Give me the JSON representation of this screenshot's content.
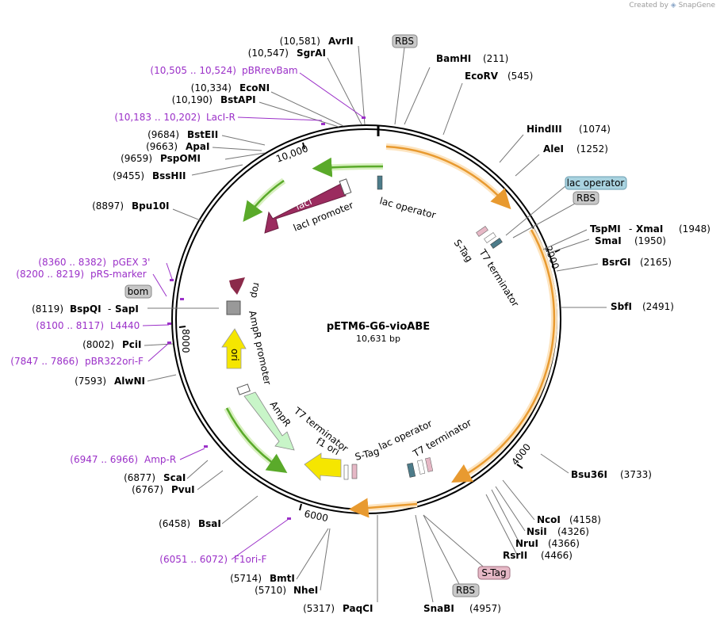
{
  "brand": {
    "prefix": "Created by",
    "name": "SnapGene"
  },
  "plasmid": {
    "name": "pETM6-G6-vioABE",
    "length_text": "10,631 bp"
  },
  "ticks": [
    {
      "id": "t10000",
      "label": "10,000"
    },
    {
      "id": "t2000",
      "label": "2000"
    },
    {
      "id": "t4000",
      "label": "4000"
    },
    {
      "id": "t6000",
      "label": "6000"
    },
    {
      "id": "t8000",
      "label": "8000"
    }
  ],
  "sites": [
    {
      "id": "avrii",
      "name": "AvrII",
      "pos": "(10,581)"
    },
    {
      "id": "sgrai",
      "name": "SgrAI",
      "pos": "(10,547)"
    },
    {
      "id": "econi",
      "name": "EcoNI",
      "pos": "(10,334)"
    },
    {
      "id": "bstapi",
      "name": "BstAPI",
      "pos": "(10,190)"
    },
    {
      "id": "bsteii",
      "name": "BstEII",
      "pos": "(9684)"
    },
    {
      "id": "apai",
      "name": "ApaI",
      "pos": "(9663)"
    },
    {
      "id": "pspomi",
      "name": "PspOMI",
      "pos": "(9659)"
    },
    {
      "id": "bsshii",
      "name": "BssHII",
      "pos": "(9455)"
    },
    {
      "id": "bpu10i",
      "name": "Bpu10I",
      "pos": "(8897)"
    },
    {
      "id": "bspqi",
      "name": "BspQI",
      "pos": "(8119)",
      "name2": "SapI"
    },
    {
      "id": "pcii",
      "name": "PciI",
      "pos": "(8002)"
    },
    {
      "id": "alwni",
      "name": "AlwNI",
      "pos": "(7593)"
    },
    {
      "id": "scai",
      "name": "ScaI",
      "pos": "(6877)"
    },
    {
      "id": "pvui",
      "name": "PvuI",
      "pos": "(6767)"
    },
    {
      "id": "bsai",
      "name": "BsaI",
      "pos": "(6458)"
    },
    {
      "id": "bmti",
      "name": "BmtI",
      "pos": "(5714)"
    },
    {
      "id": "nhei",
      "name": "NheI",
      "pos": "(5710)"
    },
    {
      "id": "paqci",
      "name": "PaqCI",
      "pos": "(5317)"
    },
    {
      "id": "snabi",
      "name": "SnaBI",
      "pos": "(4957)"
    },
    {
      "id": "bamhi",
      "name": "BamHI",
      "pos": "(211)"
    },
    {
      "id": "ecorv",
      "name": "EcoRV",
      "pos": "(545)"
    },
    {
      "id": "hindiii",
      "name": "HindIII",
      "pos": "(1074)"
    },
    {
      "id": "alei",
      "name": "AleI",
      "pos": "(1252)"
    },
    {
      "id": "tspmi",
      "name": "TspMI",
      "name2": "XmaI",
      "pos": "(1948)"
    },
    {
      "id": "smai",
      "name": "SmaI",
      "pos": "(1950)"
    },
    {
      "id": "bsrgi",
      "name": "BsrGI",
      "pos": "(2165)"
    },
    {
      "id": "sbfi",
      "name": "SbfI",
      "pos": "(2491)"
    },
    {
      "id": "bsu36i",
      "name": "Bsu36I",
      "pos": "(3733)"
    },
    {
      "id": "ncoi",
      "name": "NcoI",
      "pos": "(4158)"
    },
    {
      "id": "nsii",
      "name": "NsiI",
      "pos": "(4326)"
    },
    {
      "id": "nrui",
      "name": "NruI",
      "pos": "(4366)"
    },
    {
      "id": "rsrii",
      "name": "RsrII",
      "pos": "(4466)"
    }
  ],
  "primers": [
    {
      "id": "pbrrevbam",
      "range": "(10,505 .. 10,524)",
      "name": "pBRrevBam"
    },
    {
      "id": "laci-r",
      "range": "(10,183 .. 10,202)",
      "name": "LacI-R"
    },
    {
      "id": "pgex3",
      "range": "(8360 .. 8382)",
      "name": "pGEX 3'"
    },
    {
      "id": "prs-marker",
      "range": "(8200 .. 8219)",
      "name": "pRS-marker"
    },
    {
      "id": "l4440",
      "range": "(8100 .. 8117)",
      "name": "L4440"
    },
    {
      "id": "pbr322ori-f",
      "range": "(7847 .. 7866)",
      "name": "pBR322ori-F"
    },
    {
      "id": "amp-r",
      "range": "(6947 .. 6966)",
      "name": "Amp-R"
    },
    {
      "id": "f1ori-f",
      "range": "(6051 .. 6072)",
      "name": "F1ori-F"
    }
  ],
  "boxed_labels": [
    {
      "id": "rbs-top",
      "text": "RBS",
      "color": "#c8c8c8"
    },
    {
      "id": "lac-operator-right",
      "text": "lac operator",
      "color": "#a9d3e0"
    },
    {
      "id": "rbs-right",
      "text": "RBS",
      "color": "#c8c8c8"
    },
    {
      "id": "bom",
      "text": "bom",
      "color": "#c8c8c8"
    },
    {
      "id": "s-tag-bottom",
      "text": "S-Tag",
      "color": "#e6b8c6"
    },
    {
      "id": "rbs-bottom",
      "text": "RBS",
      "color": "#c8c8c8"
    }
  ],
  "features": [
    {
      "id": "laci",
      "text": "lacI",
      "color": "#9b2c5f"
    },
    {
      "id": "laci-promoter",
      "text": "lacI promoter"
    },
    {
      "id": "lac-operator-top",
      "text": "lac operator"
    },
    {
      "id": "s-tag-top",
      "text": "S-Tag"
    },
    {
      "id": "t7-terminator-top",
      "text": "T7 terminator"
    },
    {
      "id": "rop",
      "text": "rop",
      "color": "#8b2a4a"
    },
    {
      "id": "ampr-promoter",
      "text": "AmpR promoter"
    },
    {
      "id": "ori",
      "text": "ori",
      "color": "#f5e600"
    },
    {
      "id": "ampr",
      "text": "AmpR",
      "color": "#c8f5c8"
    },
    {
      "id": "t7-terminator-mid",
      "text": "T7 terminator"
    },
    {
      "id": "f1-ori",
      "text": "f1 ori",
      "color": "#f5e600"
    },
    {
      "id": "s-tag-mid",
      "text": "S-Tag"
    },
    {
      "id": "lac-operator-bottom",
      "text": "lac operator"
    },
    {
      "id": "t7-terminator-bottom",
      "text": "T7 terminator"
    }
  ],
  "colors": {
    "backbone": "#000000",
    "orf_orange": "#e89a30",
    "orf_green": "#5aaa2a",
    "primer_purple": "#9b30c8"
  }
}
